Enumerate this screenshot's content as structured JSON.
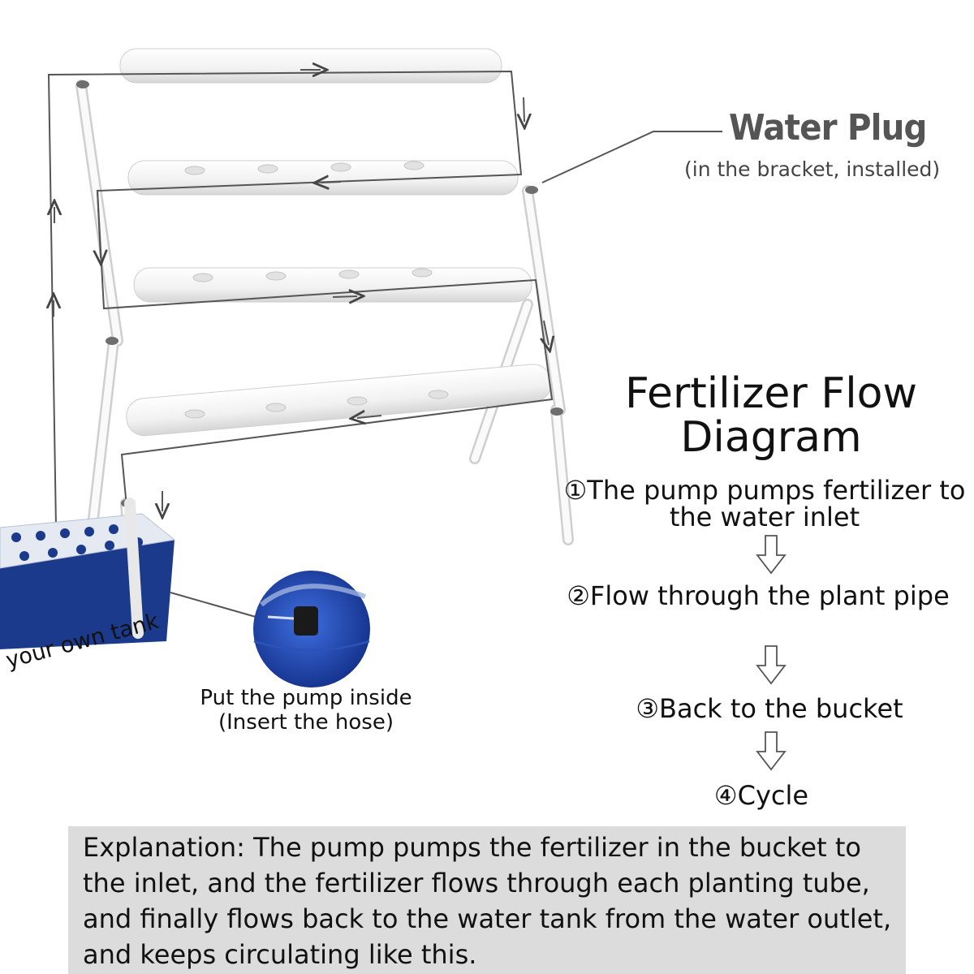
{
  "water_plug": {
    "title": "Water Plug",
    "subtitle": "(in the bracket, installed)"
  },
  "flow": {
    "title": "Fertilizer  Flow Diagram",
    "steps": [
      "①The pump pumps fertilizer to the water inlet",
      "②Flow through the plant pipe",
      "③Back to the bucket",
      "④Cycle"
    ]
  },
  "tank": {
    "label": "your own tank"
  },
  "pump": {
    "label": "Put the pump inside (Insert the hose)"
  },
  "explanation": "Explanation: The pump pumps the fertilizer in the bucket to the inlet, and the fertilizer flows through each planting tube, and finally flows back to the water tank from the water outlet, and keeps circulating like this.",
  "colors": {
    "pipe": "#f4f4f4",
    "pipe_edge": "#c9c9c9",
    "tank": "#1c3a8c",
    "tank_top": "#e4e9f2",
    "plug": "#6e6e6e",
    "explanation_bg": "#dcdcdc"
  }
}
